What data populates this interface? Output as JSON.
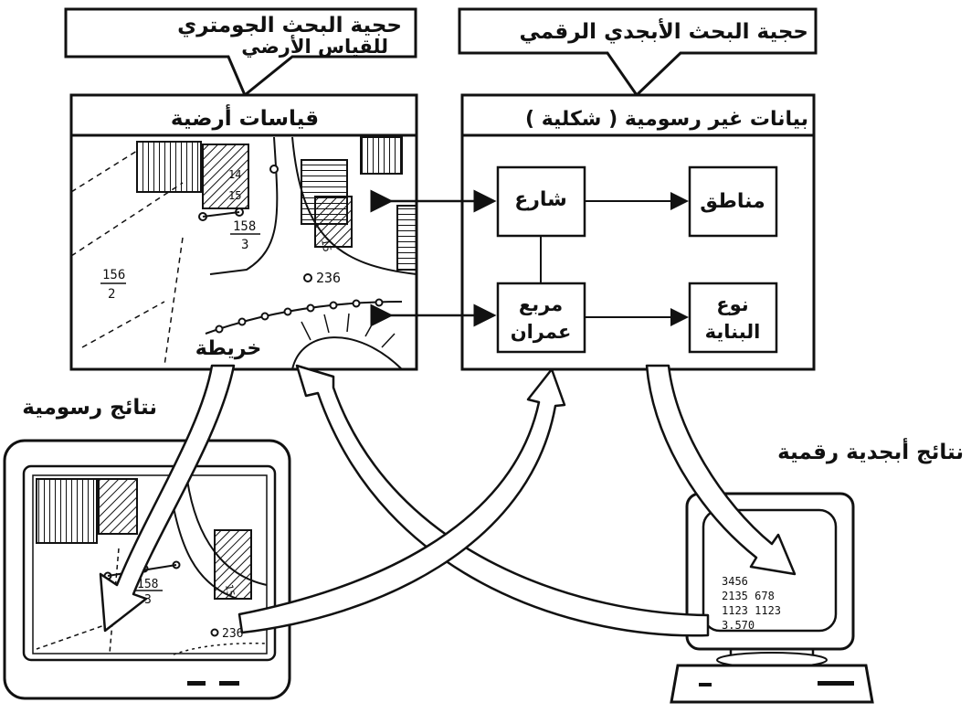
{
  "callouts": {
    "geometric_query": [
      "حجية البحث الجومتري",
      "للقياس الأرضي"
    ],
    "alphanumeric_query": "حجية البحث الأبجدي الرقمي"
  },
  "panels": {
    "survey": {
      "title": "قياسات أرضية",
      "map_label": "خريطة",
      "parcel_labels": [
        "158",
        "3",
        "156",
        "2",
        "236",
        "15",
        "14"
      ]
    },
    "nongraphic": {
      "title": "بيانات غير رسومية ( شكلية )"
    }
  },
  "nodes": {
    "street": "شارع",
    "zones": "مناطق",
    "block": [
      "مربع",
      "عمران"
    ],
    "building_type": [
      "نوع",
      "البناية"
    ]
  },
  "results": {
    "graphic": "نتائج رسومية",
    "alphanumeric": "نتائج أبجدية رقمية"
  },
  "left_monitor": {
    "parcel_labels": [
      "158",
      "3",
      "236",
      "15"
    ]
  },
  "right_monitor": {
    "lines": [
      "3456",
      "2135 678",
      "1123  1123",
      "3.570"
    ]
  },
  "colors": {
    "ink": "#111111",
    "paper": "#ffffff"
  }
}
